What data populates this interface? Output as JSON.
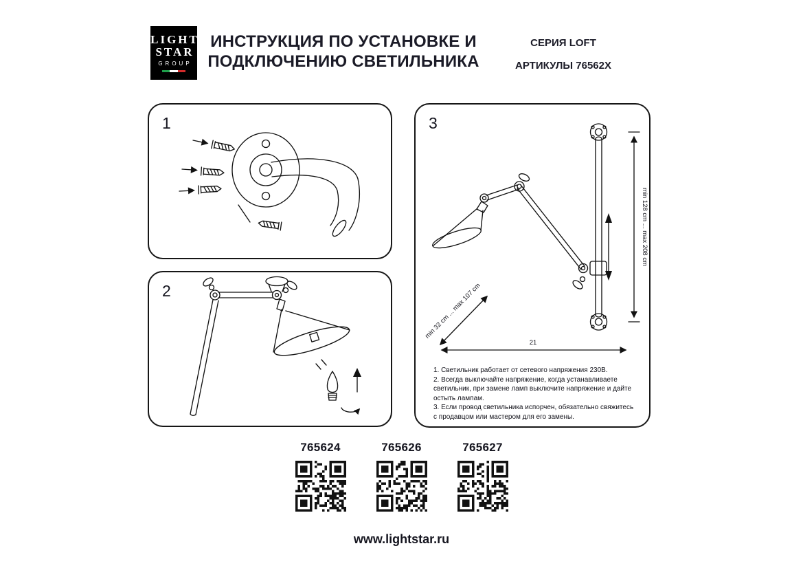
{
  "header": {
    "logo": {
      "line1": "LIGHT",
      "line2": "STAR",
      "line3": "GROUP"
    },
    "title_line1": "ИНСТРУКЦИЯ ПО УСТАНОВКЕ И",
    "title_line2": "ПОДКЛЮЧЕНИЮ СВЕТИЛЬНИКА",
    "series": "СЕРИЯ LOFT",
    "articles": "АРТИКУЛЫ 76562X"
  },
  "steps": [
    {
      "number": "1"
    },
    {
      "number": "2"
    },
    {
      "number": "3"
    }
  ],
  "dimensions": {
    "vertical_range": "min 128 cm ... max 208 cm",
    "arm_range": "min 32 cm ... max 107 cm",
    "width": "21"
  },
  "notes": [
    "1. Светильник работает от сетевого напряжения 230В.",
    "2. Всегда выключайте напряжение, когда устанавливаете светильник, при замене ламп выключите напряжение и дайте остыть лампам.",
    "3. Если провод светильника испорчен, обязательно свяжитесь с продавцом или мастером для его замены."
  ],
  "products": [
    {
      "code": "765624"
    },
    {
      "code": "765626"
    },
    {
      "code": "765627"
    }
  ],
  "footer": {
    "website": "www.lightstar.ru"
  },
  "colors": {
    "ink": "#1b1b27",
    "line": "#121212"
  }
}
